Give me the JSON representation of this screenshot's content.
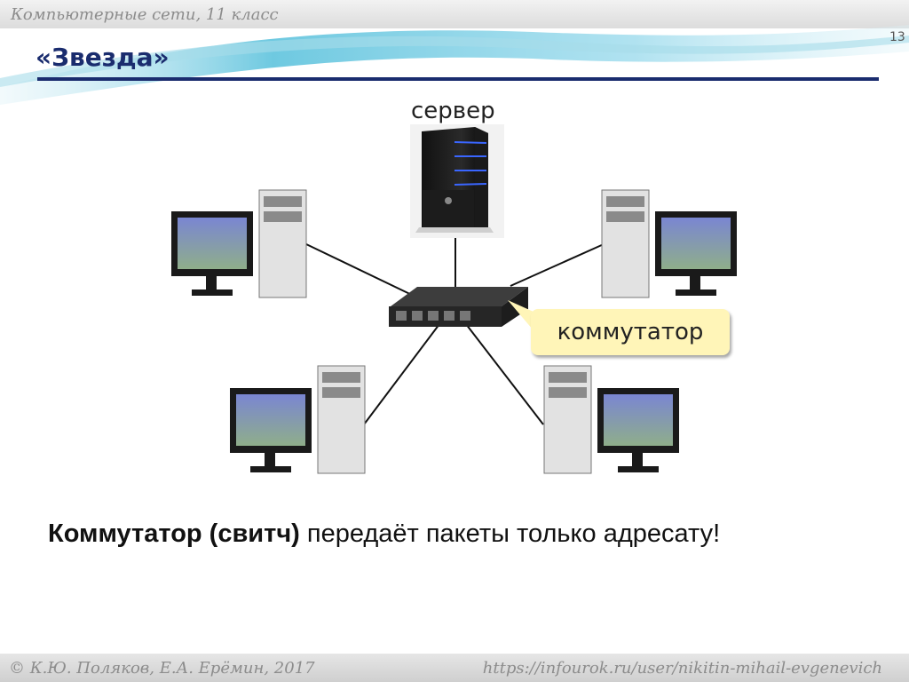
{
  "header": {
    "course_title": "Компьютерные сети, 11 класс",
    "slide_number": "13",
    "slide_title": "«Звезда»"
  },
  "diagram": {
    "server_label": "сервер",
    "switch_label": "коммутатор",
    "colors": {
      "title": "#1a2c6e",
      "callout_fill": "#fff5b8",
      "screen": "#7f8fd0",
      "case": "#e2e2e2"
    }
  },
  "caption": {
    "bold": "Коммутатор (свитч)",
    "rest": " передаёт пакеты только адресату!"
  },
  "footer": {
    "copyright": "© К.Ю. Поляков, Е.А. Ерёмин, 2017",
    "url": "https://infourok.ru/user/nikitin-mihail-evgenevich"
  }
}
